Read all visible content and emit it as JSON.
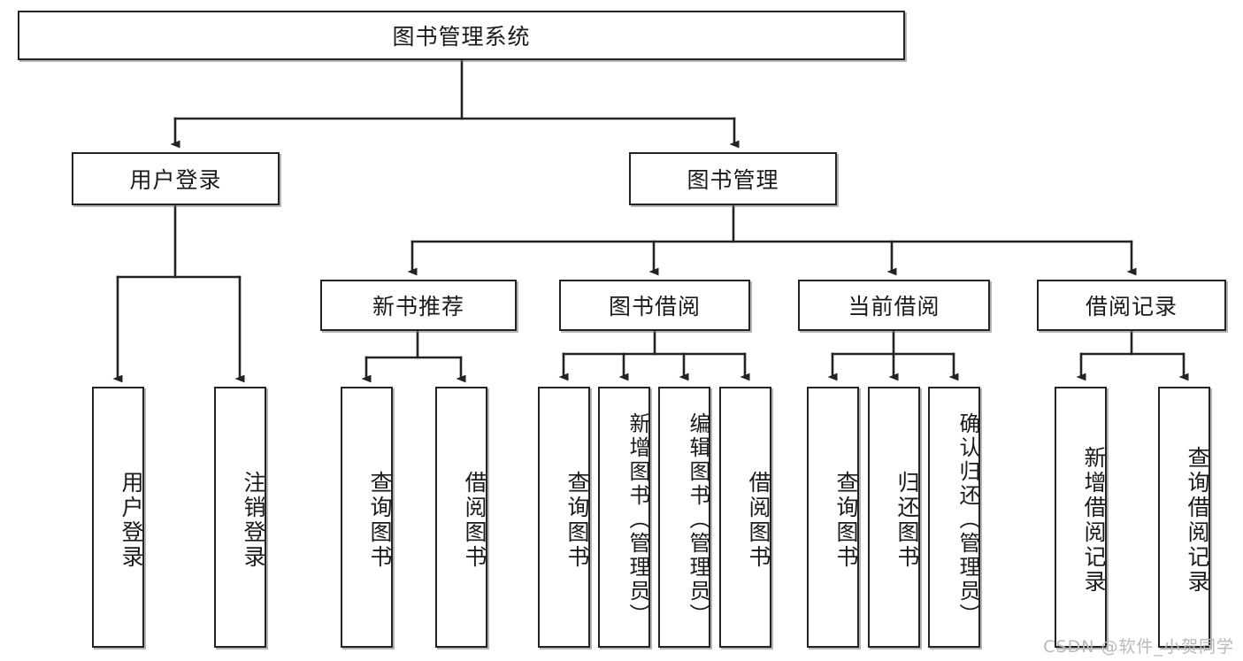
{
  "diagram": {
    "title_node": {
      "label": "图书管理系统"
    },
    "level1": [
      {
        "id": "user-login",
        "label": "用户登录"
      },
      {
        "id": "book-manage",
        "label": "图书管理"
      }
    ],
    "level2": [
      {
        "id": "new-book-recommend",
        "label": "新书推荐"
      },
      {
        "id": "book-borrow",
        "label": "图书借阅"
      },
      {
        "id": "current-borrow",
        "label": "当前借阅"
      },
      {
        "id": "borrow-record",
        "label": "借阅记录"
      }
    ],
    "leaves": {
      "user_login": [
        {
          "id": "leaf-user-login",
          "label": "用户登录"
        },
        {
          "id": "leaf-logout",
          "label": "注销登录"
        }
      ],
      "new_book_recommend": [
        {
          "id": "leaf-query-book-1",
          "label": "查询图书"
        },
        {
          "id": "leaf-borrow-book-1",
          "label": "借阅图书"
        }
      ],
      "book_borrow": [
        {
          "id": "leaf-query-book-2",
          "label": "查询图书"
        },
        {
          "id": "leaf-add-book",
          "label": "新增图书（管理员）"
        },
        {
          "id": "leaf-edit-book",
          "label": "编辑图书（管理员）"
        },
        {
          "id": "leaf-borrow-book-2",
          "label": "借阅图书"
        }
      ],
      "current_borrow": [
        {
          "id": "leaf-query-book-3",
          "label": "查询图书"
        },
        {
          "id": "leaf-return-book",
          "label": "归还图书"
        },
        {
          "id": "leaf-confirm-return",
          "label": "确认归还（管理员）"
        }
      ],
      "borrow_record": [
        {
          "id": "leaf-add-record",
          "label": "新增借阅记录"
        },
        {
          "id": "leaf-query-record",
          "label": "查询借阅记录"
        }
      ]
    }
  },
  "watermark": {
    "text": "CSDN @软件_小贺同学"
  },
  "colors": {
    "stroke": "#232323",
    "background": "#ffffff",
    "text": "#1a1a1a",
    "watermark": "#b9b9b9"
  }
}
